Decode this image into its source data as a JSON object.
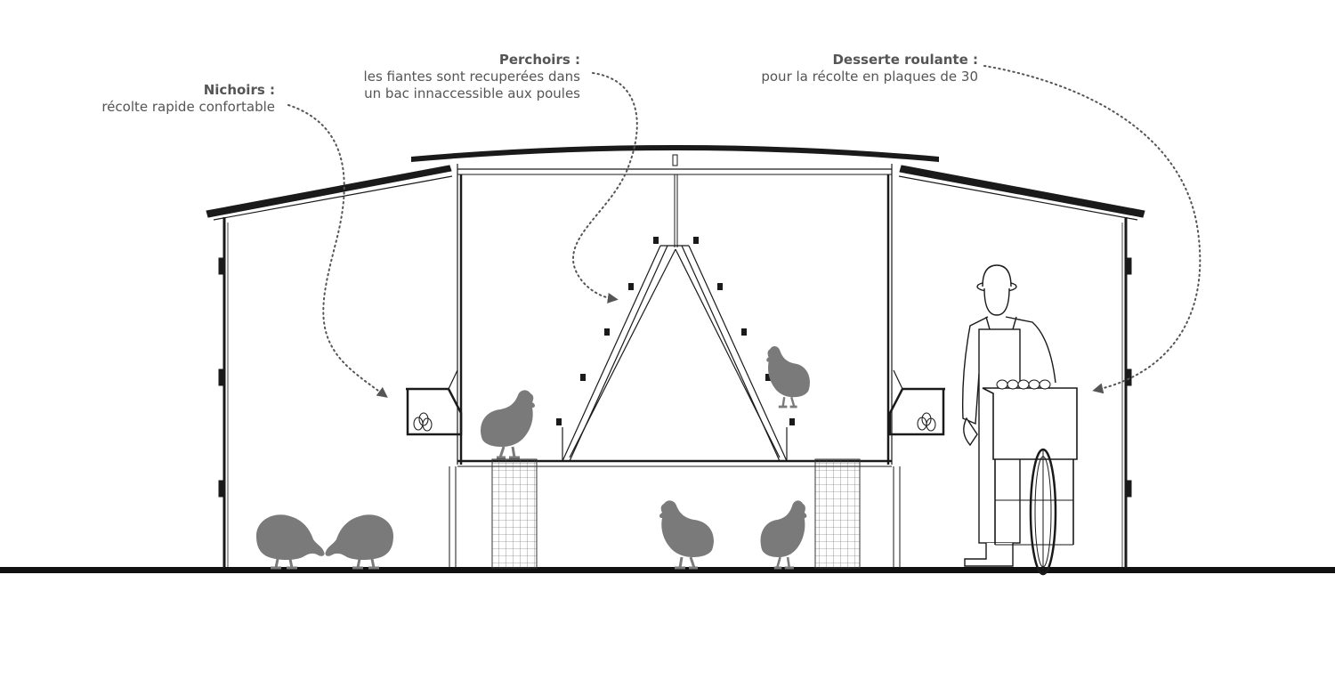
{
  "labels": {
    "nichoirs": {
      "title": "Nichoirs :",
      "lines": [
        "récolte rapide  confortable"
      ]
    },
    "perchoirs": {
      "title": "Perchoirs :",
      "lines": [
        "les fiantes sont recuperées dans",
        "un bac innaccessible aux poules"
      ]
    },
    "desserte": {
      "title": "Desserte roulante :",
      "lines": [
        "pour la récolte en plaques de 30"
      ]
    }
  },
  "colors": {
    "line": "#1a1a1a",
    "hen": "#7a7a7a",
    "annotation": "#555555",
    "background": "#ffffff"
  },
  "icons": [
    "hen-silhouette-icon",
    "egg-icon",
    "farmer-figure",
    "cart-wheel"
  ]
}
